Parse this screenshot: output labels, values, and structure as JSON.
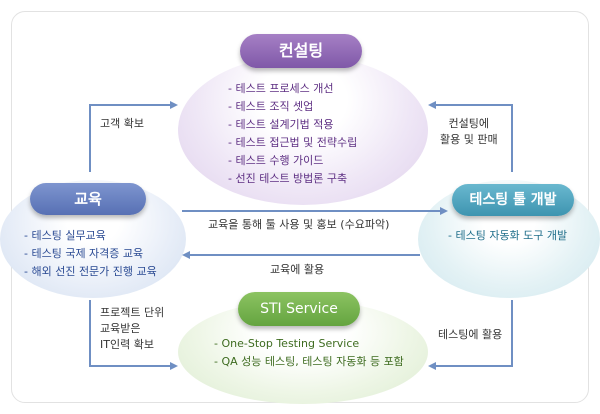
{
  "consulting": {
    "title": "컨설팅",
    "items": [
      "- 테스트 프로세스 개선",
      "- 테스트 조직 셋업",
      "- 테스트 설계기법 적용",
      "- 테스트 접근법 및 전략수립",
      "- 테스트 수행 가이드",
      "- 선진 테스트 방법론 구축"
    ]
  },
  "education": {
    "title": "교육",
    "items": [
      "- 테스팅 실무교육",
      "- 테스팅 국제 자격증 교육",
      "- 해외 선진 전문가 진행 교육"
    ]
  },
  "tool": {
    "title": "테스팅 툴 개발",
    "items": [
      "- 테스팅 자동화 도구 개발"
    ]
  },
  "sti": {
    "title": "STI Service",
    "items": [
      "- One-Stop Testing Service",
      "- QA 성능 테스팅, 테스팅 자동화 등 포함"
    ]
  },
  "arrows": {
    "customer": "고객 확보",
    "consult_use_1": "컨설팅에",
    "consult_use_2": "활용 및 판매",
    "promo": "교육을 통해 툴 사용 및 홍보 (수요파악)",
    "edu_use": "교육에 활용",
    "it_1": "프로젝트 단위",
    "it_2": "교육받은",
    "it_3": "IT인력 확보",
    "test_use": "테스팅에 활용"
  },
  "colors": {
    "arrow": "#6f8fc3",
    "consulting": "#7f58a8",
    "education": "#5770b4",
    "tool": "#3e94b0",
    "sti": "#64a440"
  }
}
